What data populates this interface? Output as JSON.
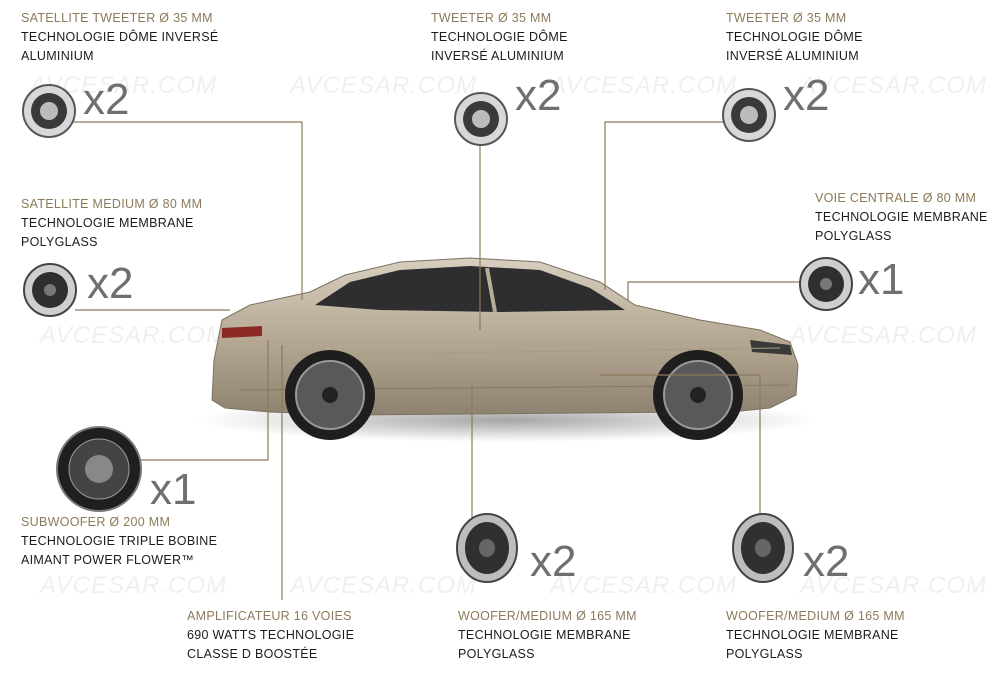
{
  "components": [
    {
      "key": "sat_tweeter",
      "title": "SATELLITE TWEETER Ø 35 MM",
      "lines": [
        "TECHNOLOGIE DÔME INVERSÉ",
        "ALUMINIUM"
      ],
      "count": "x2"
    },
    {
      "key": "tweeter_center",
      "title": "TWEETER Ø 35 MM",
      "lines": [
        "TECHNOLOGIE DÔME",
        "INVERSÉ ALUMINIUM"
      ],
      "count": "x2"
    },
    {
      "key": "tweeter_right",
      "title": "TWEETER Ø 35 MM",
      "lines": [
        "TECHNOLOGIE DÔME",
        "INVERSÉ ALUMINIUM"
      ],
      "count": "x2"
    },
    {
      "key": "sat_medium",
      "title": "SATELLITE MEDIUM Ø 80 MM",
      "lines": [
        "TECHNOLOGIE MEMBRANE",
        "POLYGLASS"
      ],
      "count": "x2"
    },
    {
      "key": "voie_centrale",
      "title": "VOIE CENTRALE Ø 80 MM",
      "lines": [
        "TECHNOLOGIE MEMBRANE",
        "POLYGLASS"
      ],
      "count": "x1"
    },
    {
      "key": "subwoofer",
      "title": "SUBWOOFER Ø 200 MM",
      "lines": [
        "TECHNOLOGIE TRIPLE BOBINE",
        "AIMANT POWER FLOWER™"
      ],
      "count": "x1"
    },
    {
      "key": "amplificateur",
      "title": "AMPLIFICATEUR 16 VOIES",
      "lines": [
        "690 WATTS TECHNOLOGIE",
        "CLASSE D BOOSTÉE"
      ],
      "count": ""
    },
    {
      "key": "woofer_center",
      "title": "WOOFER/MEDIUM Ø 165 MM",
      "lines": [
        "TECHNOLOGIE MEMBRANE",
        "POLYGLASS"
      ],
      "count": "x2"
    },
    {
      "key": "woofer_right",
      "title": "WOOFER/MEDIUM Ø 165 MM",
      "lines": [
        "TECHNOLOGIE MEMBRANE",
        "POLYGLASS"
      ],
      "count": "x2"
    }
  ],
  "watermark": "AVCESAR.COM",
  "colors": {
    "accent": "#8c7a5a",
    "text": "#1c1c1c",
    "car": "#b9ac98",
    "line": "#8c7a5a"
  }
}
